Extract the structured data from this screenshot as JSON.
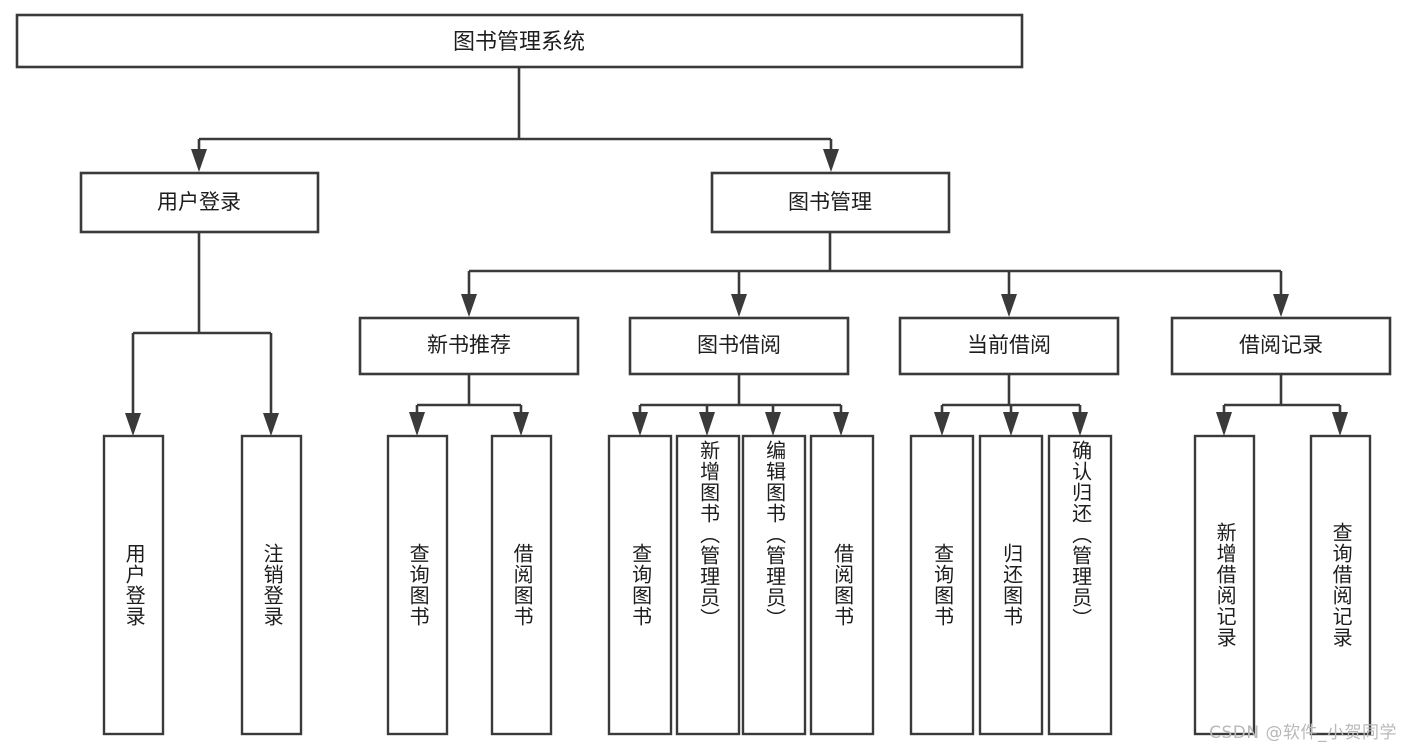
{
  "diagram": {
    "type": "tree",
    "title": "图书管理系统",
    "root": {
      "label": "图书管理系统"
    },
    "level1": [
      {
        "label": "用户登录"
      },
      {
        "label": "图书管理"
      }
    ],
    "level2": [
      {
        "label": "新书推荐"
      },
      {
        "label": "图书借阅"
      },
      {
        "label": "当前借阅"
      },
      {
        "label": "借阅记录"
      }
    ],
    "leaves": {
      "user_login": [
        {
          "label": "用户登录"
        },
        {
          "label": "注销登录"
        }
      ],
      "new_book_recommend": [
        {
          "label": "查询图书"
        },
        {
          "label": "借阅图书"
        }
      ],
      "book_borrow": [
        {
          "label": "查询图书"
        },
        {
          "label": "新增图书（管理员）"
        },
        {
          "label": "编辑图书（管理员）"
        },
        {
          "label": "借阅图书"
        }
      ],
      "current_borrow": [
        {
          "label": "查询图书"
        },
        {
          "label": "归还图书"
        },
        {
          "label": "确认归还（管理员）"
        }
      ],
      "borrow_record": [
        {
          "label": "新增借阅记录"
        },
        {
          "label": "查询借阅记录"
        }
      ]
    }
  },
  "watermark": {
    "text": "CSDN @软件_小贺同学"
  },
  "colors": {
    "stroke": "#3a3a3a",
    "box_fill": "#ffffff",
    "text": "#1d1d1d",
    "background": "#ffffff",
    "watermark": "#b9b9b9"
  }
}
